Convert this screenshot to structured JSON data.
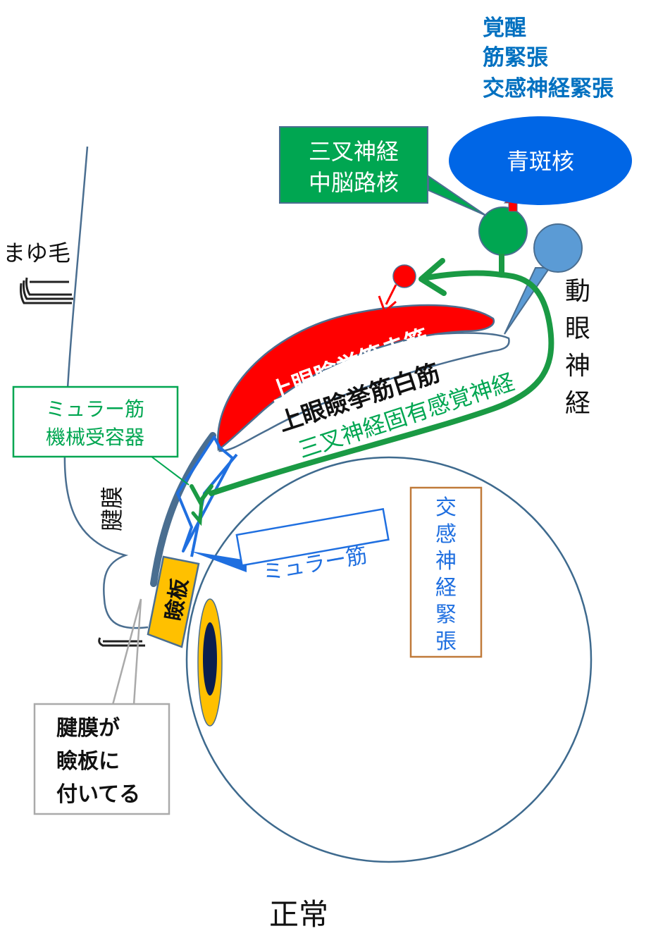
{
  "top_status": {
    "line1": "覚醒",
    "line2": "筋緊張",
    "line3": "交感神経緊張"
  },
  "locus_coeruleus": "青斑核",
  "trigeminal_mesencephalic_nucleus": {
    "line1": "三叉神経",
    "line2": "中脳路核"
  },
  "eyebrow": "まゆ毛",
  "oculomotor_nerve": [
    "動",
    "眼",
    "神",
    "経"
  ],
  "levator_red": "上眼瞼挙筋赤筋",
  "levator_white": "上眼瞼挙筋白筋",
  "trigeminal_proprioceptive": "三叉神経固有感覚神経",
  "muller_mechanoreceptor": {
    "line1": "ミュラー筋",
    "line2": "機械受容器"
  },
  "aponeurosis": "腱膜",
  "muller_muscle": "ミュラー筋",
  "sympathetic_tension_vertical": [
    "交",
    "感",
    "神",
    "経",
    "緊",
    "張"
  ],
  "tarsus": "瞼板",
  "note": {
    "line1": "腱膜が",
    "line2": "瞼板に",
    "line3": "付いてる"
  },
  "caption": "正常",
  "colors": {
    "green": "#00a651",
    "dark_green": "#1a9a44",
    "blue": "#0070c0",
    "bright_blue": "#1f6fe0",
    "lc_blue": "#0066e6",
    "red": "#ff0000",
    "light_blue": "#5b9bd5",
    "outline": "#4a6e90",
    "orange": "#c07a3a",
    "tarsus_yellow": "#ffc000",
    "gray": "#aaaaaa",
    "pupil": "#0b1e4e"
  }
}
